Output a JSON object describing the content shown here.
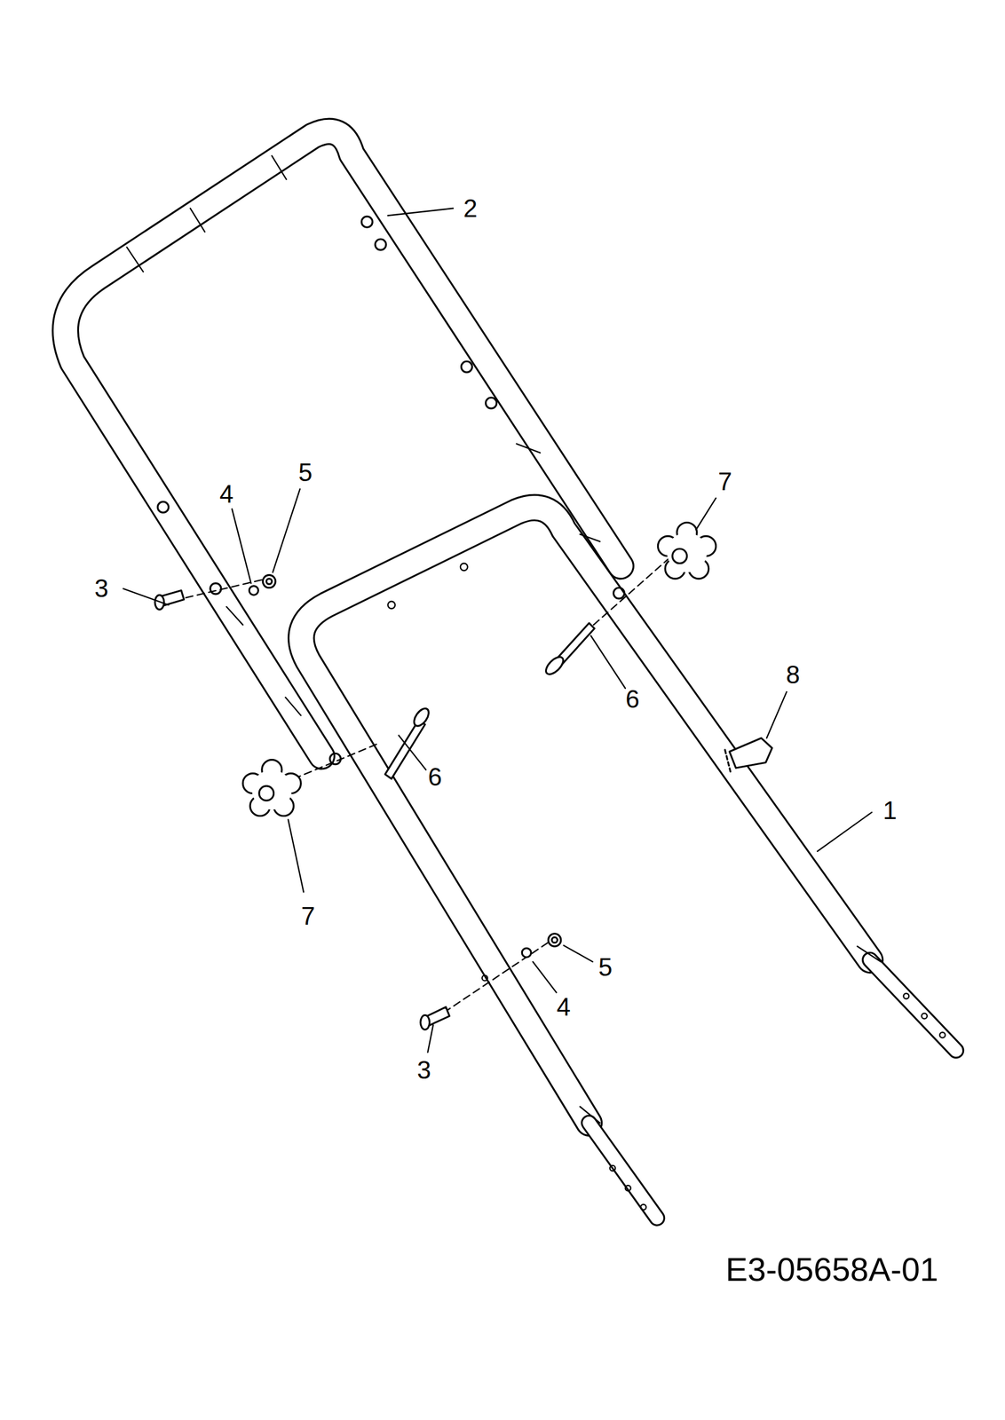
{
  "diagram": {
    "labels": [
      "2",
      "5",
      "4",
      "3",
      "7",
      "8",
      "6",
      "6",
      "1",
      "7",
      "5",
      "4",
      "3",
      "E3-05658A-01"
    ]
  }
}
